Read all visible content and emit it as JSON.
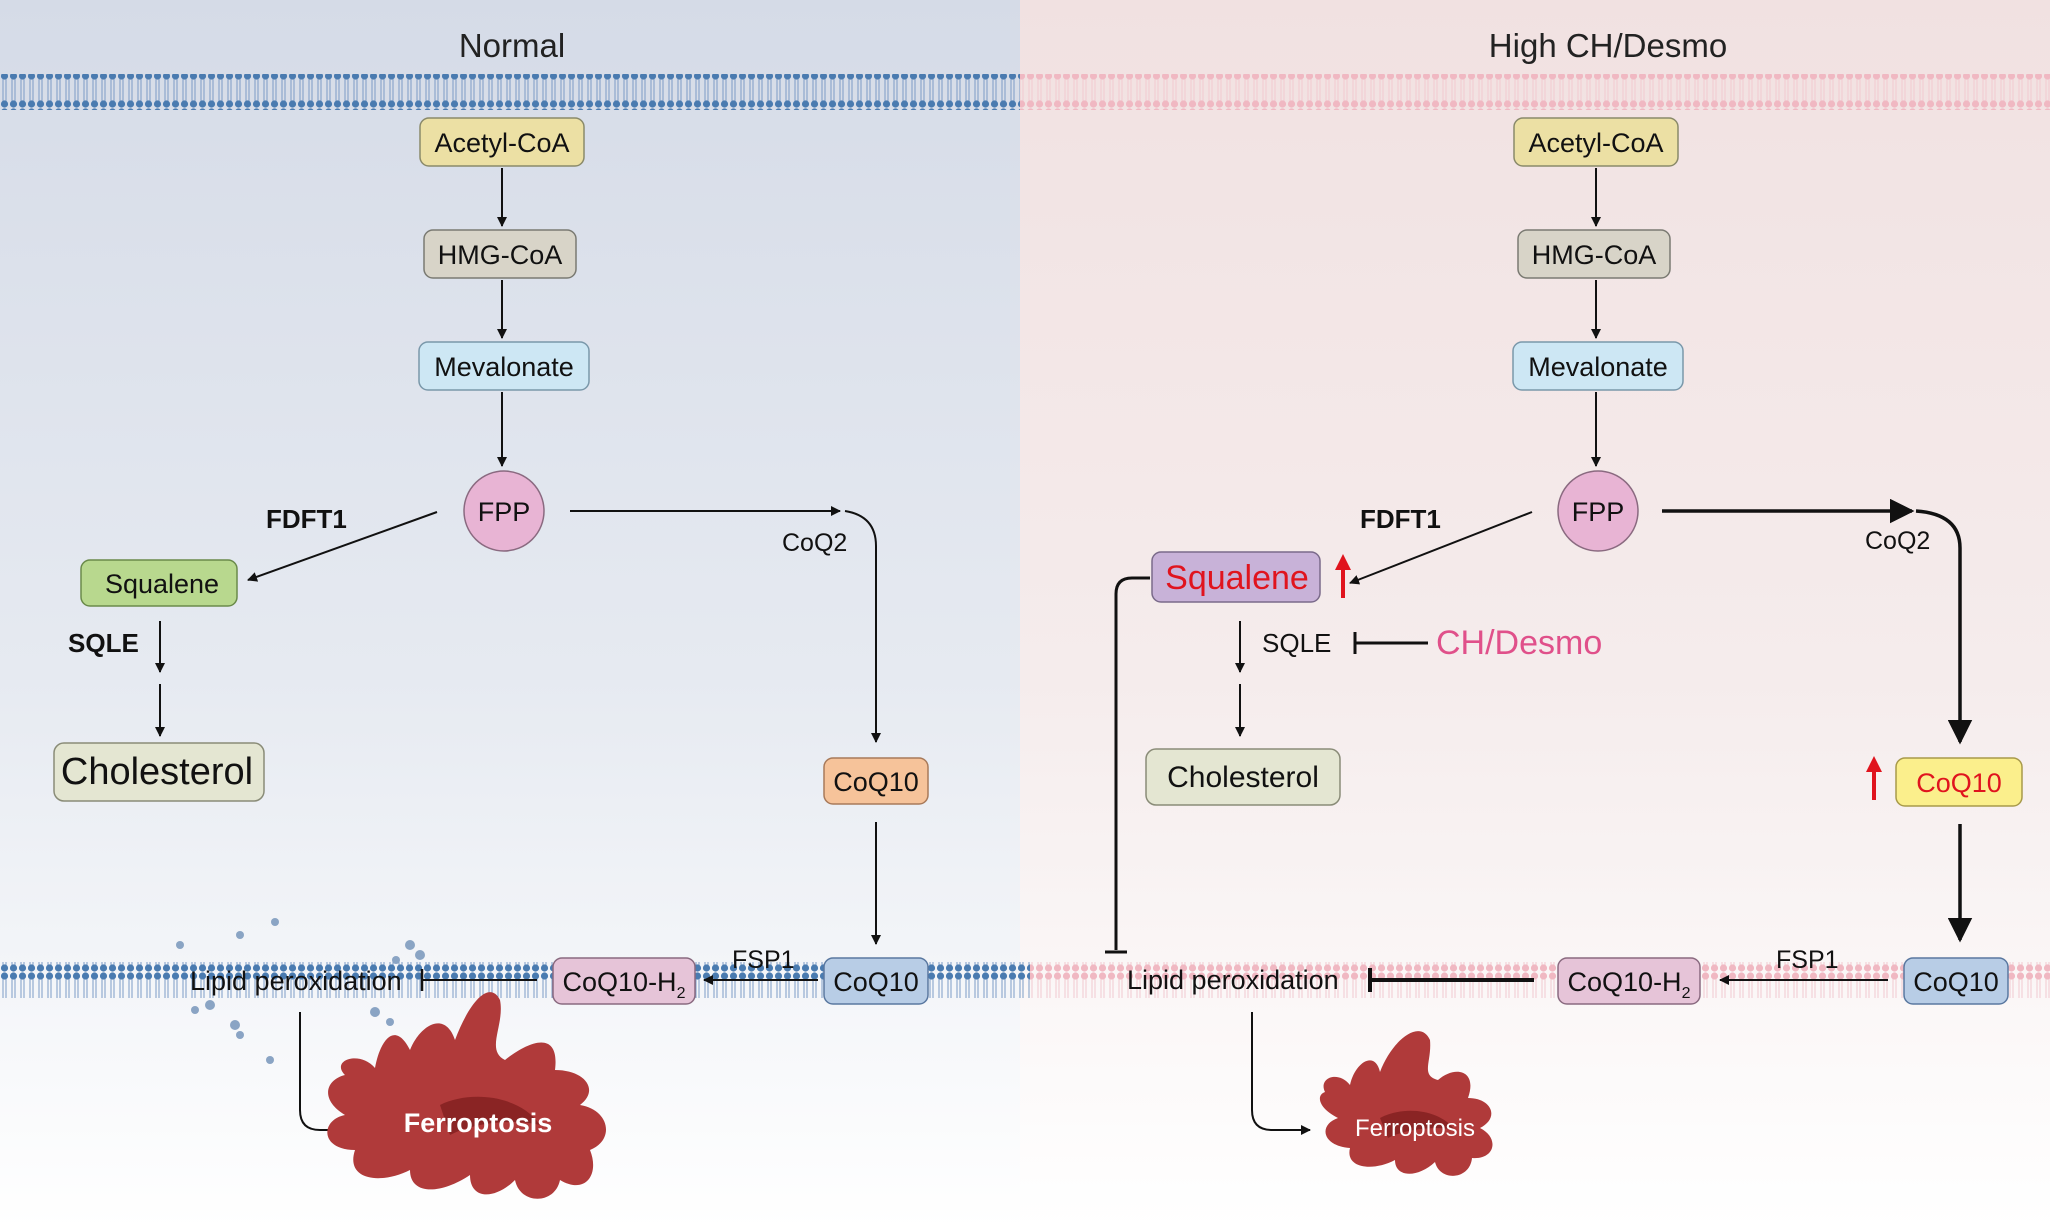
{
  "panels": {
    "left": {
      "title": "Normal"
    },
    "right": {
      "title": "High CH/Desmo"
    }
  },
  "left": {
    "acetyl": "Acetyl-CoA",
    "hmg": "HMG-CoA",
    "mevalonate": "Mevalonate",
    "fpp": "FPP",
    "fdft1": "FDFT1",
    "squalene": "Squalene",
    "sqle": "SQLE",
    "cholesterol": "Cholesterol",
    "coq2": "CoQ2",
    "coq10_cyto": "CoQ10",
    "coq10_mem": "CoQ10",
    "fsp1": "FSP1",
    "coq10h2": "CoQ10-H",
    "coq10h2_sub": "2",
    "lipid": "Lipid peroxidation",
    "ferroptosis": "Ferroptosis"
  },
  "right": {
    "acetyl": "Acetyl-CoA",
    "hmg": "HMG-CoA",
    "mevalonate": "Mevalonate",
    "fpp": "FPP",
    "fdft1": "FDFT1",
    "squalene": "Squalene",
    "sqle": "SQLE",
    "ch_desmo": "CH/Desmo",
    "cholesterol": "Cholesterol",
    "coq2": "CoQ2",
    "coq10_cyto": "CoQ10",
    "coq10_mem": "CoQ10",
    "fsp1": "FSP1",
    "coq10h2": "CoQ10-H",
    "coq10h2_sub": "2",
    "lipid": "Lipid peroxidation",
    "ferroptosis": "Ferroptosis"
  },
  "colors": {
    "left_bg_top": "#d5dbe7",
    "right_bg_top": "#f1e1e1",
    "left_membrane": "#4a7bb0",
    "right_membrane": "#f0b8c2",
    "acetyl_fill": "#ece0a4",
    "hmg_fill": "#d8d4c8",
    "mevalonate_fill": "#cde7f4",
    "fpp_fill": "#e8b4d4",
    "squalene_fill_normal": "#b8d88e",
    "squalene_fill_high": "#c8b2d8",
    "cholesterol_fill": "#e4e6d2",
    "coq10_cyto_fill_normal": "#f6c39a",
    "coq10_cyto_fill_high": "#fbef8c",
    "coq10_mem_fill": "#b8cde6",
    "coq10h2_fill": "#e6c4d8",
    "ferroptosis_cell": "#b03a3a",
    "up_arrow": "#e0141e",
    "ch_desmo_text": "#e0508a",
    "highlight_text": "#e0141e"
  }
}
